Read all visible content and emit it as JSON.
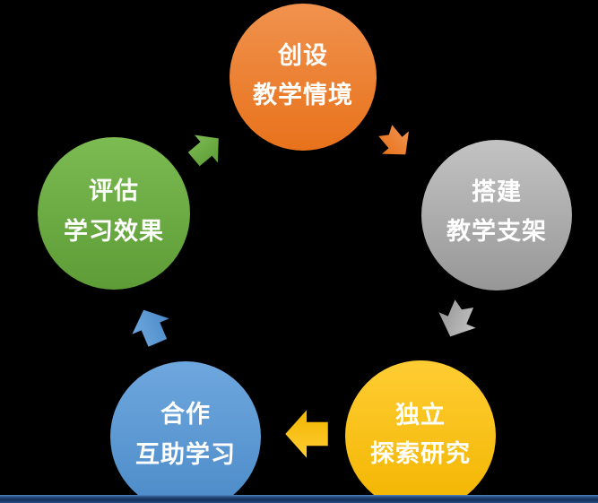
{
  "diagram": {
    "type": "cycle",
    "background_color": "#000000",
    "text_color": "#FFFFFF",
    "nodes": [
      {
        "id": "create-context",
        "label_line1": "创设",
        "label_line2": "教学情境",
        "color": "#ED7D31",
        "color_light": "#F0924E",
        "color_dark": "#E8721B"
      },
      {
        "id": "build-scaffold",
        "label_line1": "搭建",
        "label_line2": "教学支架",
        "color": "#A6A6A6",
        "color_light": "#C3C3C3",
        "color_dark": "#979797"
      },
      {
        "id": "independent-explore",
        "label_line1": "独立",
        "label_line2": "探索研究",
        "color": "#FFC000",
        "color_light": "#FFCD33",
        "color_dark": "#F2B500"
      },
      {
        "id": "cooperative-learning",
        "label_line1": "合作",
        "label_line2": "互助学习",
        "color": "#5B9BD5",
        "color_light": "#6FA7DE",
        "color_dark": "#4B8BC8"
      },
      {
        "id": "evaluate-effect",
        "label_line1": "评估",
        "label_line2": "学习效果",
        "color": "#70AD47",
        "color_light": "#7CBB52",
        "color_dark": "#5D9C36"
      }
    ],
    "arrows": [
      {
        "id": "arrow-create-to-scaffold",
        "from": "create-context",
        "to": "build-scaffold",
        "direction": "down-right",
        "color": "#ED7D31"
      },
      {
        "id": "arrow-scaffold-to-explore",
        "from": "build-scaffold",
        "to": "independent-explore",
        "direction": "down-left",
        "color": "#A6A6A6"
      },
      {
        "id": "arrow-explore-to-cooperate",
        "from": "independent-explore",
        "to": "cooperative-learning",
        "direction": "left",
        "color": "#FFC000"
      },
      {
        "id": "arrow-cooperate-to-evaluate",
        "from": "cooperative-learning",
        "to": "evaluate-effect",
        "direction": "up-left",
        "color": "#5B9BD5"
      },
      {
        "id": "arrow-evaluate-to-create",
        "from": "evaluate-effect",
        "to": "create-context",
        "direction": "up-right",
        "color": "#70AD47"
      }
    ],
    "bottom_bar": {
      "color_highlight": "#5687BE",
      "color_mid": "#274F86",
      "color_dark": "#132E57"
    }
  }
}
